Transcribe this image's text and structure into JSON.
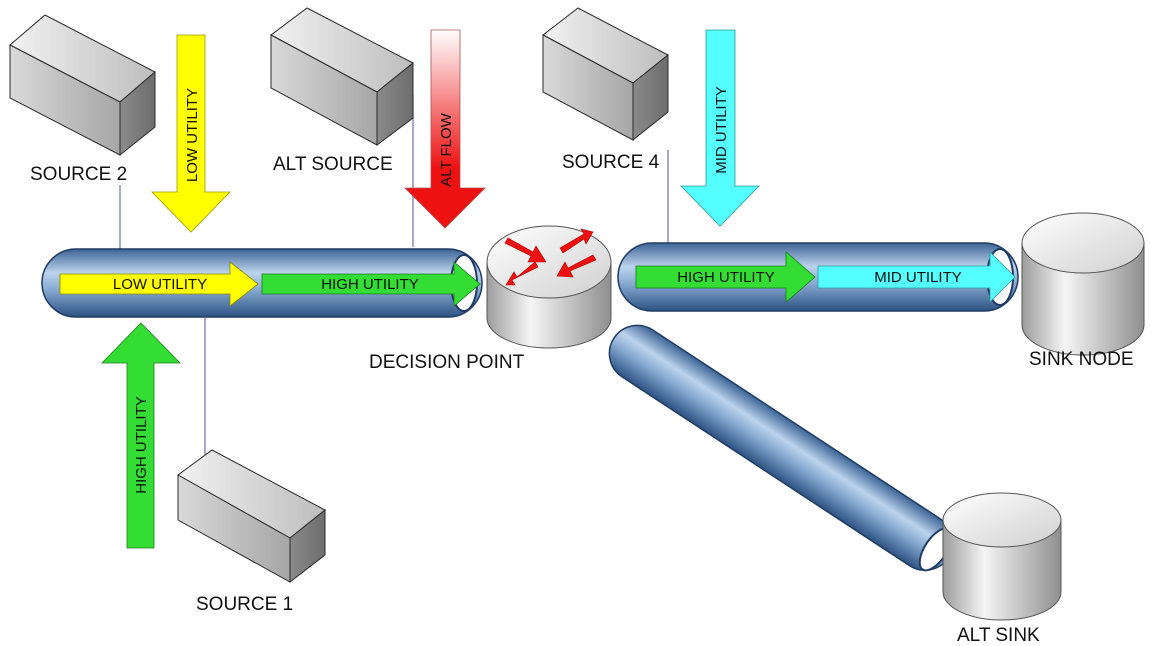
{
  "nodes": {
    "source1": "SOURCE 1",
    "source2": "SOURCE 2",
    "alt_source": "ALT SOURCE",
    "source4": "SOURCE 4",
    "decision_point": "DECISION POINT",
    "sink_node": "SINK NODE",
    "alt_sink": "ALT SINK"
  },
  "input_arrows": {
    "source2_arrow": "LOW UTILITY",
    "alt_source_arrow": "ALT FLOW",
    "source4_arrow": "MID UTILITY",
    "source1_arrow": "HIGH UTILITY"
  },
  "left_pipe": {
    "segment_1": "LOW UTILITY",
    "segment_2": "HIGH UTILITY"
  },
  "right_pipe": {
    "segment_1": "HIGH UTILITY",
    "segment_2": "MID UTILITY"
  },
  "colors": {
    "low_utility": "#ffff00",
    "high_utility": "#33dd33",
    "mid_utility": "#55ffff",
    "alt_flow": "#ee1111",
    "pipe": "#5b86b8"
  }
}
